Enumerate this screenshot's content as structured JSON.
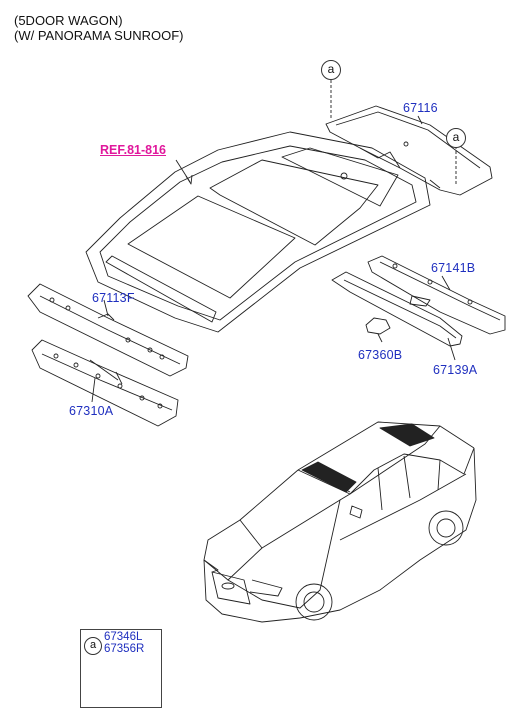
{
  "header": {
    "line1": "(5DOOR WAGON)",
    "line2": "(W/ PANORAMA SUNROOF)"
  },
  "callout_letter": "a",
  "reference": "REF.81-816",
  "parts": {
    "p67116": "67116",
    "p67141B": "67141B",
    "p67113F": "67113F",
    "p67360B": "67360B",
    "p67139A": "67139A",
    "p67310A": "67310A"
  },
  "inset": {
    "letter": "a",
    "part_l": "67346L",
    "part_r": "67356R"
  }
}
